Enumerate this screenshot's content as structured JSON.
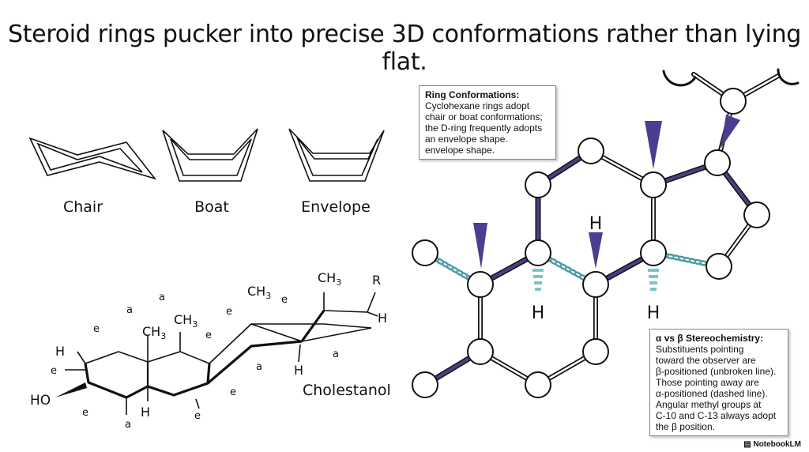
{
  "title": "Steroid rings pucker into precise 3D conformations rather than lying flat.",
  "conformations": [
    "Chair",
    "Boat",
    "Envelope"
  ],
  "molecule": {
    "name": "Cholestanol",
    "ho": "HO",
    "r": "R",
    "h": "H",
    "a": "a",
    "e": "e",
    "ch": "CH",
    "sub3": "3"
  },
  "ring_notes": {
    "heading": "Ring Conformations:",
    "lines": [
      "Cyclohexane rings adopt",
      "chair or boat conformations;",
      "the D-ring frequently adopts",
      "an envelope shape.",
      "envelope shape."
    ]
  },
  "stereo_notes": {
    "heading": "α vs β Stereochemistry:",
    "lines": [
      "Substituents pointing",
      "toward the observer are",
      "β-positioned (unbroken line).",
      "Those pointing away are",
      "α-positioned (dashed line).",
      "Angular methyl groups at",
      "C-10 and C-13 always adopt",
      "the β position."
    ]
  },
  "stereo_h": "H",
  "brand": "NotebookLM",
  "colors": {
    "bond": "#4a3f86",
    "dash": "#7ac4cc",
    "wedge": "#4b3d8f"
  }
}
